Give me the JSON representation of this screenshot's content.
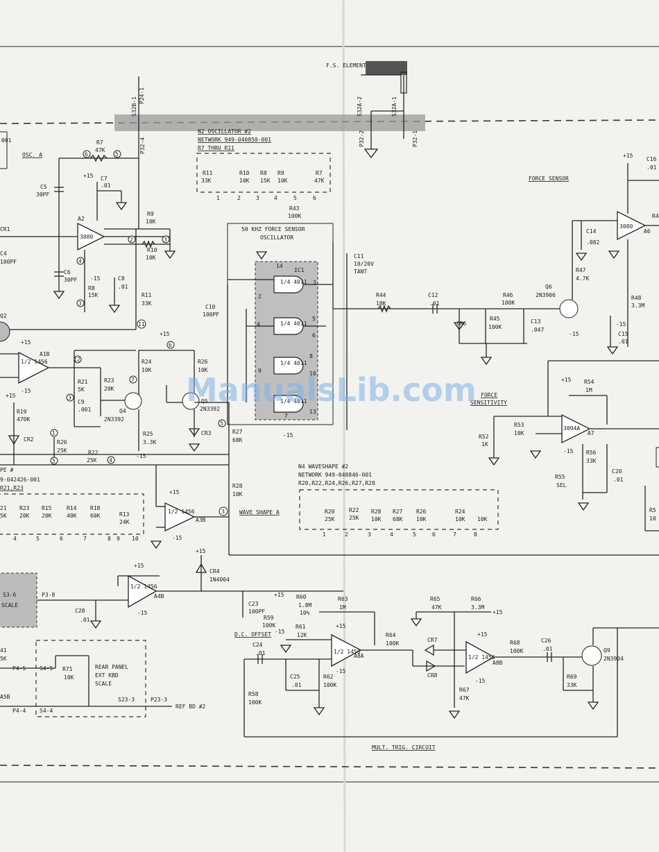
{
  "watermark": "ManualsLib.com",
  "headers": {
    "element": "F.S. ELEMENT",
    "osc_a": "OSC. A",
    "n2_osc": "N2 OSCILLATOR #2",
    "n2_network": "NETWORK 949-040850-001",
    "n2_thru": "R7 THRU R11",
    "force_sensor": "FORCE SENSOR",
    "osc_50k": "50 KHZ FORCE SENSOR",
    "osc_50k_2": "OSCILLATOR",
    "force_sens": "FORCE",
    "force_sens2": "SENSITIVITY",
    "n4_wave": "N4 WAVESHAPE #2",
    "n4_network": "NETWORK 949-040846-001",
    "n4_list": "R20,R22,R24,R26,R27,R28",
    "wave_shape": "WAVE SHAPE A",
    "dc_offset": "D.C. OFFSET",
    "mult_trig": "MULT. TRIG. CIRCUIT",
    "rear_panel": "REAR PANEL",
    "ext_kbd": "EXT KBD",
    "scale": "SCALE",
    "ref_bd": "REF BD #2",
    "left_pe": "PE #",
    "left_network": "9-042426-001",
    "left_list": "R21,R23",
    "left_001": "001",
    "scale_left": "SCALE",
    "s3_6": "S3-6"
  },
  "connectors": {
    "p24_1": "P24-1",
    "s32b_1": "S32B-1",
    "p32_4": "P32-4",
    "s32a_2": "S32A-2",
    "s32a_1": "S32A-1",
    "p32_2": "P32-2",
    "p32_1": "P32-1",
    "p3_8": "P3-8",
    "p4_5": "P4-5",
    "s4_5": "S4-5",
    "p4_4": "P4-4",
    "s4_4": "S4-4",
    "s23_3": "S23-3",
    "p23_3": "P23-3"
  },
  "amps": {
    "a2": "A2",
    "a2_type": "3080",
    "a1b": "A1B",
    "a1b_type": "1/2 1456",
    "a3b": "A3B",
    "a3b_type": "1/2 1456",
    "a4b": "A4B",
    "a4b_type": "1/2 1456",
    "a6": "A6",
    "a6_type": "3080",
    "a7": "A7",
    "a7_type": "3094A",
    "a8a": "A8A",
    "a8a_type": "1/2 1456",
    "a8b": "A8B",
    "a8b_type": "1/2 1456",
    "a5b": "A5B",
    "ic1": "IC1",
    "gate": "1/4 4011"
  },
  "transistors": {
    "q4": "Q4",
    "q4_type": "2N3392",
    "q5": "Q5",
    "q5_type": "2N3392",
    "q6": "Q6",
    "q6_type": "2N3906",
    "q9": "Q9",
    "q9_type": "2N3904",
    "q2": "Q2"
  },
  "parts": {
    "r7": "R7",
    "r7v": "47K",
    "c5": "C5",
    "c5v": "30PF",
    "c7": "C7",
    "c7v": ".01",
    "r9": "R9",
    "r9v": "10K",
    "r10": "R10",
    "r10v": "10K",
    "c6": "C6",
    "c6v": "30PF",
    "r8": "R8",
    "r8v": "15K",
    "c8": "C8",
    "c8v": ".01",
    "r11": "R11",
    "r11v": "33K",
    "cr1": "CR1",
    "c4": "C4",
    "c4v": "100PF",
    "r21": "R21",
    "r21v": "5K",
    "r23": "R23",
    "r23v": "20K",
    "c9": "C9",
    "c9v": ".001",
    "r19": "R19",
    "r19v": "470K",
    "cr2": "CR2",
    "r20": "R20",
    "r20v": "25K",
    "r22": "R22",
    "r22v": "25K",
    "r24": "R24",
    "r24v": "10K",
    "r26": "R26",
    "r26v": "10K",
    "r25": "R25",
    "r25v": "3.3K",
    "cr3": "CR3",
    "r27": "R27",
    "r27v": "68K",
    "r28": "R28",
    "r28v": "10K",
    "r43": "R43",
    "r43v": "100K",
    "c10": "C10",
    "c10v": "100PF",
    "c11": "C11",
    "c11v": "10/20V",
    "c11t": "TANT",
    "r44": "R44",
    "r44v": "18K",
    "c12": "C12",
    "c12v": ".01",
    "r46": "R46",
    "r46v": "100K",
    "r45": "R45",
    "r45v": "100K",
    "c13": "C13",
    "c13v": ".047",
    "cr6": "CR6",
    "r47": "R47",
    "r47v": "4.7K",
    "c14": "C14",
    "c14v": ".082",
    "r48": "R48",
    "r48v": "3.3M",
    "c15": "C15",
    "c15v": ".01",
    "c16": "C16",
    "c16v": ".01",
    "r54": "R54",
    "r54v": "1M",
    "r53": "R53",
    "r53v": "10K",
    "r52": "R52",
    "r52v": "1K",
    "r56": "R56",
    "r56v": "33K",
    "r55": "R55",
    "r55v": "SEL",
    "c20": "C20",
    "c20v": ".01",
    "r5x": "R5",
    "r5xv": "10",
    "cr4": "CR4",
    "cr4v": "1N4004",
    "c23": "C23",
    "c23v": "100PF",
    "c28": "C28",
    "c28v": ".01",
    "r60": "R60",
    "r60v": "1.8M",
    "r60t": "10%",
    "r59": "R59",
    "r59v": "100K",
    "r63": "R63",
    "r63v": "1M",
    "r61": "R61",
    "r61v": "12K",
    "c24": "C24",
    "c24v": ".01",
    "c25": "C25",
    "c25v": ".01",
    "r62": "R62",
    "r62v": "100K",
    "r58": "R58",
    "r58v": "100K",
    "r64": "R64",
    "r64v": "100K",
    "cr7": "CR7",
    "cr8": "CR8",
    "r65": "R65",
    "r65v": "47K",
    "r66": "R66",
    "r66v": "3.3M",
    "r67": "R67",
    "r67v": "47K",
    "r68": "R68",
    "r68v": "100K",
    "c26": "C26",
    "c26v": ".01",
    "r69": "R69",
    "r69v": "33K",
    "r71": "R71",
    "r71v": "10K",
    "r41": "41",
    "r41v": "5K",
    "r13": "R13",
    "r13v": "24K",
    "r14": "R14",
    "r14v": "40K",
    "r15": "R15",
    "r15v": "20K",
    "r18": "R18",
    "r18v": "60K",
    "r2x": "R23",
    "r2xv": "20K",
    "r1x": "21",
    "r1xv": "5K",
    "r8n": "R8",
    "r8nv": "15K",
    "r9n": "R9",
    "r9nv": "10K"
  },
  "rails": {
    "p15": "+15",
    "m15": "-15",
    "p15b": "+15"
  },
  "nodes": [
    "6",
    "5",
    "2",
    "3",
    "4",
    "1",
    "11",
    "7",
    "8",
    "9",
    "10",
    "12",
    "13",
    "14"
  ]
}
